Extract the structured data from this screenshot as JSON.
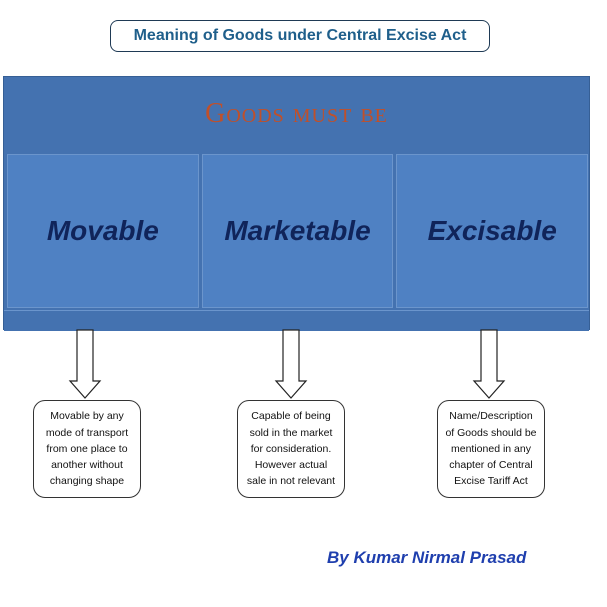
{
  "title": "Meaning of Goods under Central Excise Act",
  "header": "Goods must be",
  "columns": [
    {
      "label": "Movable",
      "note": "Movable by any mode of transport from one place to another without changing shape"
    },
    {
      "label": "Marketable",
      "note": "Capable of being sold in the market for consideration. However actual sale in not relevant"
    },
    {
      "label": "Excisable",
      "note": "Name/Description of Goods should be mentioned in any chapter of Central Excise Tariff Act"
    }
  ],
  "author": "By Kumar Nirmal Prasad",
  "colors": {
    "banner": "#4472b0",
    "cell": "#4f81c3",
    "header_text": "#c0502a",
    "cell_text": "#10245a",
    "title_text": "#1f5f8b",
    "author_text": "#1f3fae"
  }
}
